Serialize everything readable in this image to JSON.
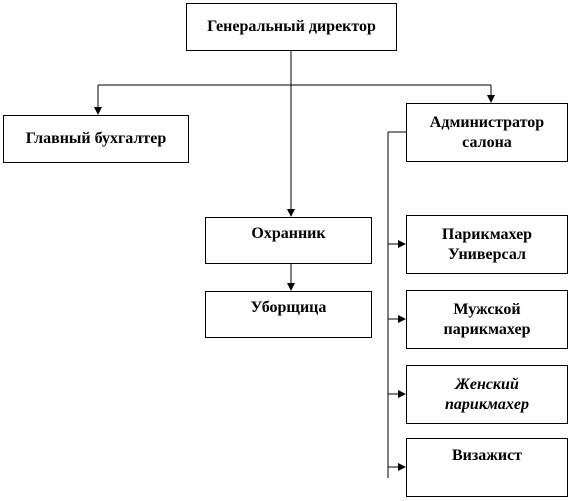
{
  "nodes": {
    "ceo": "Генеральный директор",
    "chief_accountant": "Главный бухгалтер",
    "salon_admin": [
      "Администратор",
      "салона"
    ],
    "guard": "Охранник",
    "cleaner": "Уборщица",
    "universal_hairdresser": [
      "Парикмахер",
      "Универсал"
    ],
    "male_hairdresser": [
      "Мужской",
      "парикмахер"
    ],
    "female_hairdresser": [
      "Женский",
      "парикмахер"
    ],
    "makeup_artist": "Визажист"
  },
  "colors": {
    "line": "#000000",
    "box_border": "#000000",
    "background": "#ffffff"
  }
}
